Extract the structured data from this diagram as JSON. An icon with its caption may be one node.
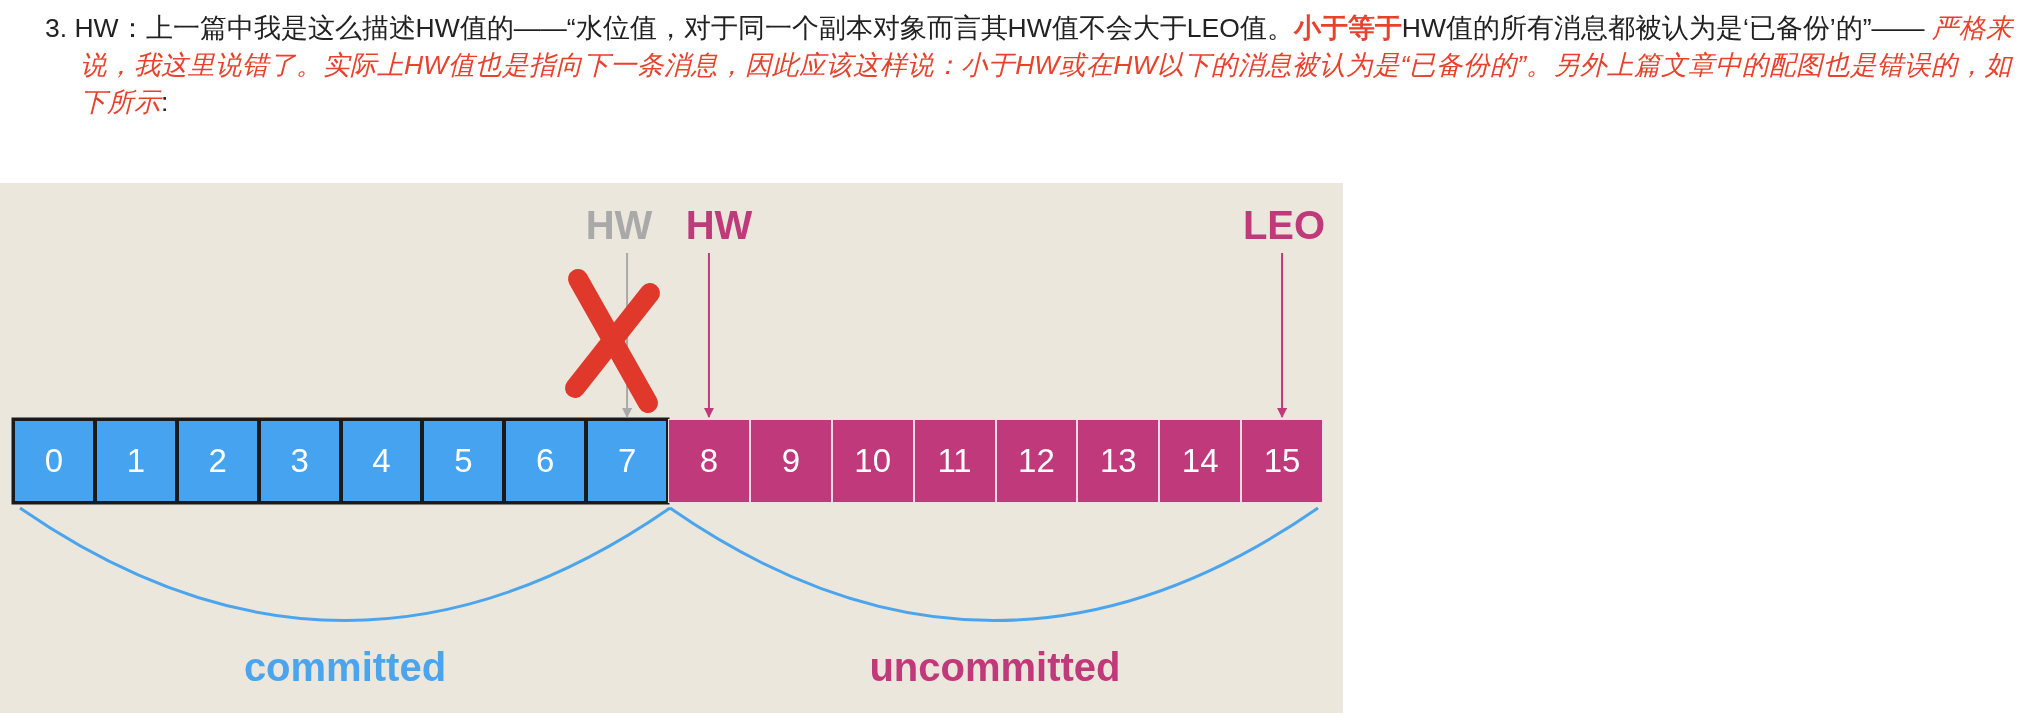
{
  "diagram": {
    "nodes": [
      {
        "text": [
          "0"
        ]
      },
      {
        "text": [
          "1"
        ]
      },
      {
        "text": [
          "2"
        ]
      },
      {
        "text": [
          "3"
        ]
      },
      {
        "text": [
          "4"
        ]
      },
      {
        "text": [
          "5"
        ]
      },
      {
        "text": [
          "6"
        ]
      },
      {
        "text": [
          "7"
        ]
      },
      {
        "text": [
          "8"
        ]
      },
      {
        "text": [
          "9"
        ]
      },
      {
        "text": [
          "10"
        ]
      },
      {
        "text": [
          "11"
        ]
      },
      {
        "text": [
          "12"
        ]
      },
      {
        "text": [
          "13"
        ]
      },
      {
        "text": [
          "14"
        ]
      },
      {
        "text": [
          "15"
        ]
      },
      {
        "text": [
          "HW"
        ]
      },
      {
        "text": [
          "HW"
        ]
      },
      {
        "text": [
          "LEO"
        ]
      }
    ],
    "edges": [
      {
        "from": 16,
        "to": 7,
        "arrow": "to",
        "color": "#a9a9a9"
      },
      {
        "from": 17,
        "to": 8,
        "arrow": "to"
      },
      {
        "from": 18,
        "to": 15,
        "arrow": "to"
      }
    ],
    "labels": [
      "3. HW：上一篇中我是这么描述HW值的——“水位值，对于同一个副本对象而言其HW值不会大于LEO值。**小于等于**HW值的所有消息都被认为是‘已备份’的”——",
      "严格来说，我这里说错了。实际上HW值也是指向下一条消息，因此应该这样说：小于HW或在HW以下的消息被认为是“已备份的”。另外上篇文章中的配图也是错误的，如下所示",
      ":",
      "committed",
      "uncommitted"
    ]
  }
}
